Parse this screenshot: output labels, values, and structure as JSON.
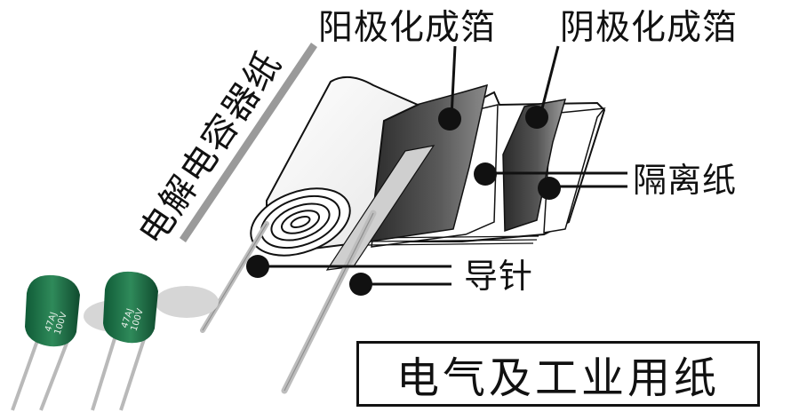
{
  "labels": {
    "anode_foil": "阳极化成箔",
    "cathode_foil": "阴极化成箔",
    "separator": "隔离纸",
    "lead_pin": "导针",
    "capacitor_paper": "电解电容器纸"
  },
  "title": "电气及工业用纸",
  "capacitors": [
    {
      "capacitance": "47AJ",
      "voltage": "100V"
    },
    {
      "capacitance": "47AJ",
      "voltage": "100V"
    }
  ]
}
